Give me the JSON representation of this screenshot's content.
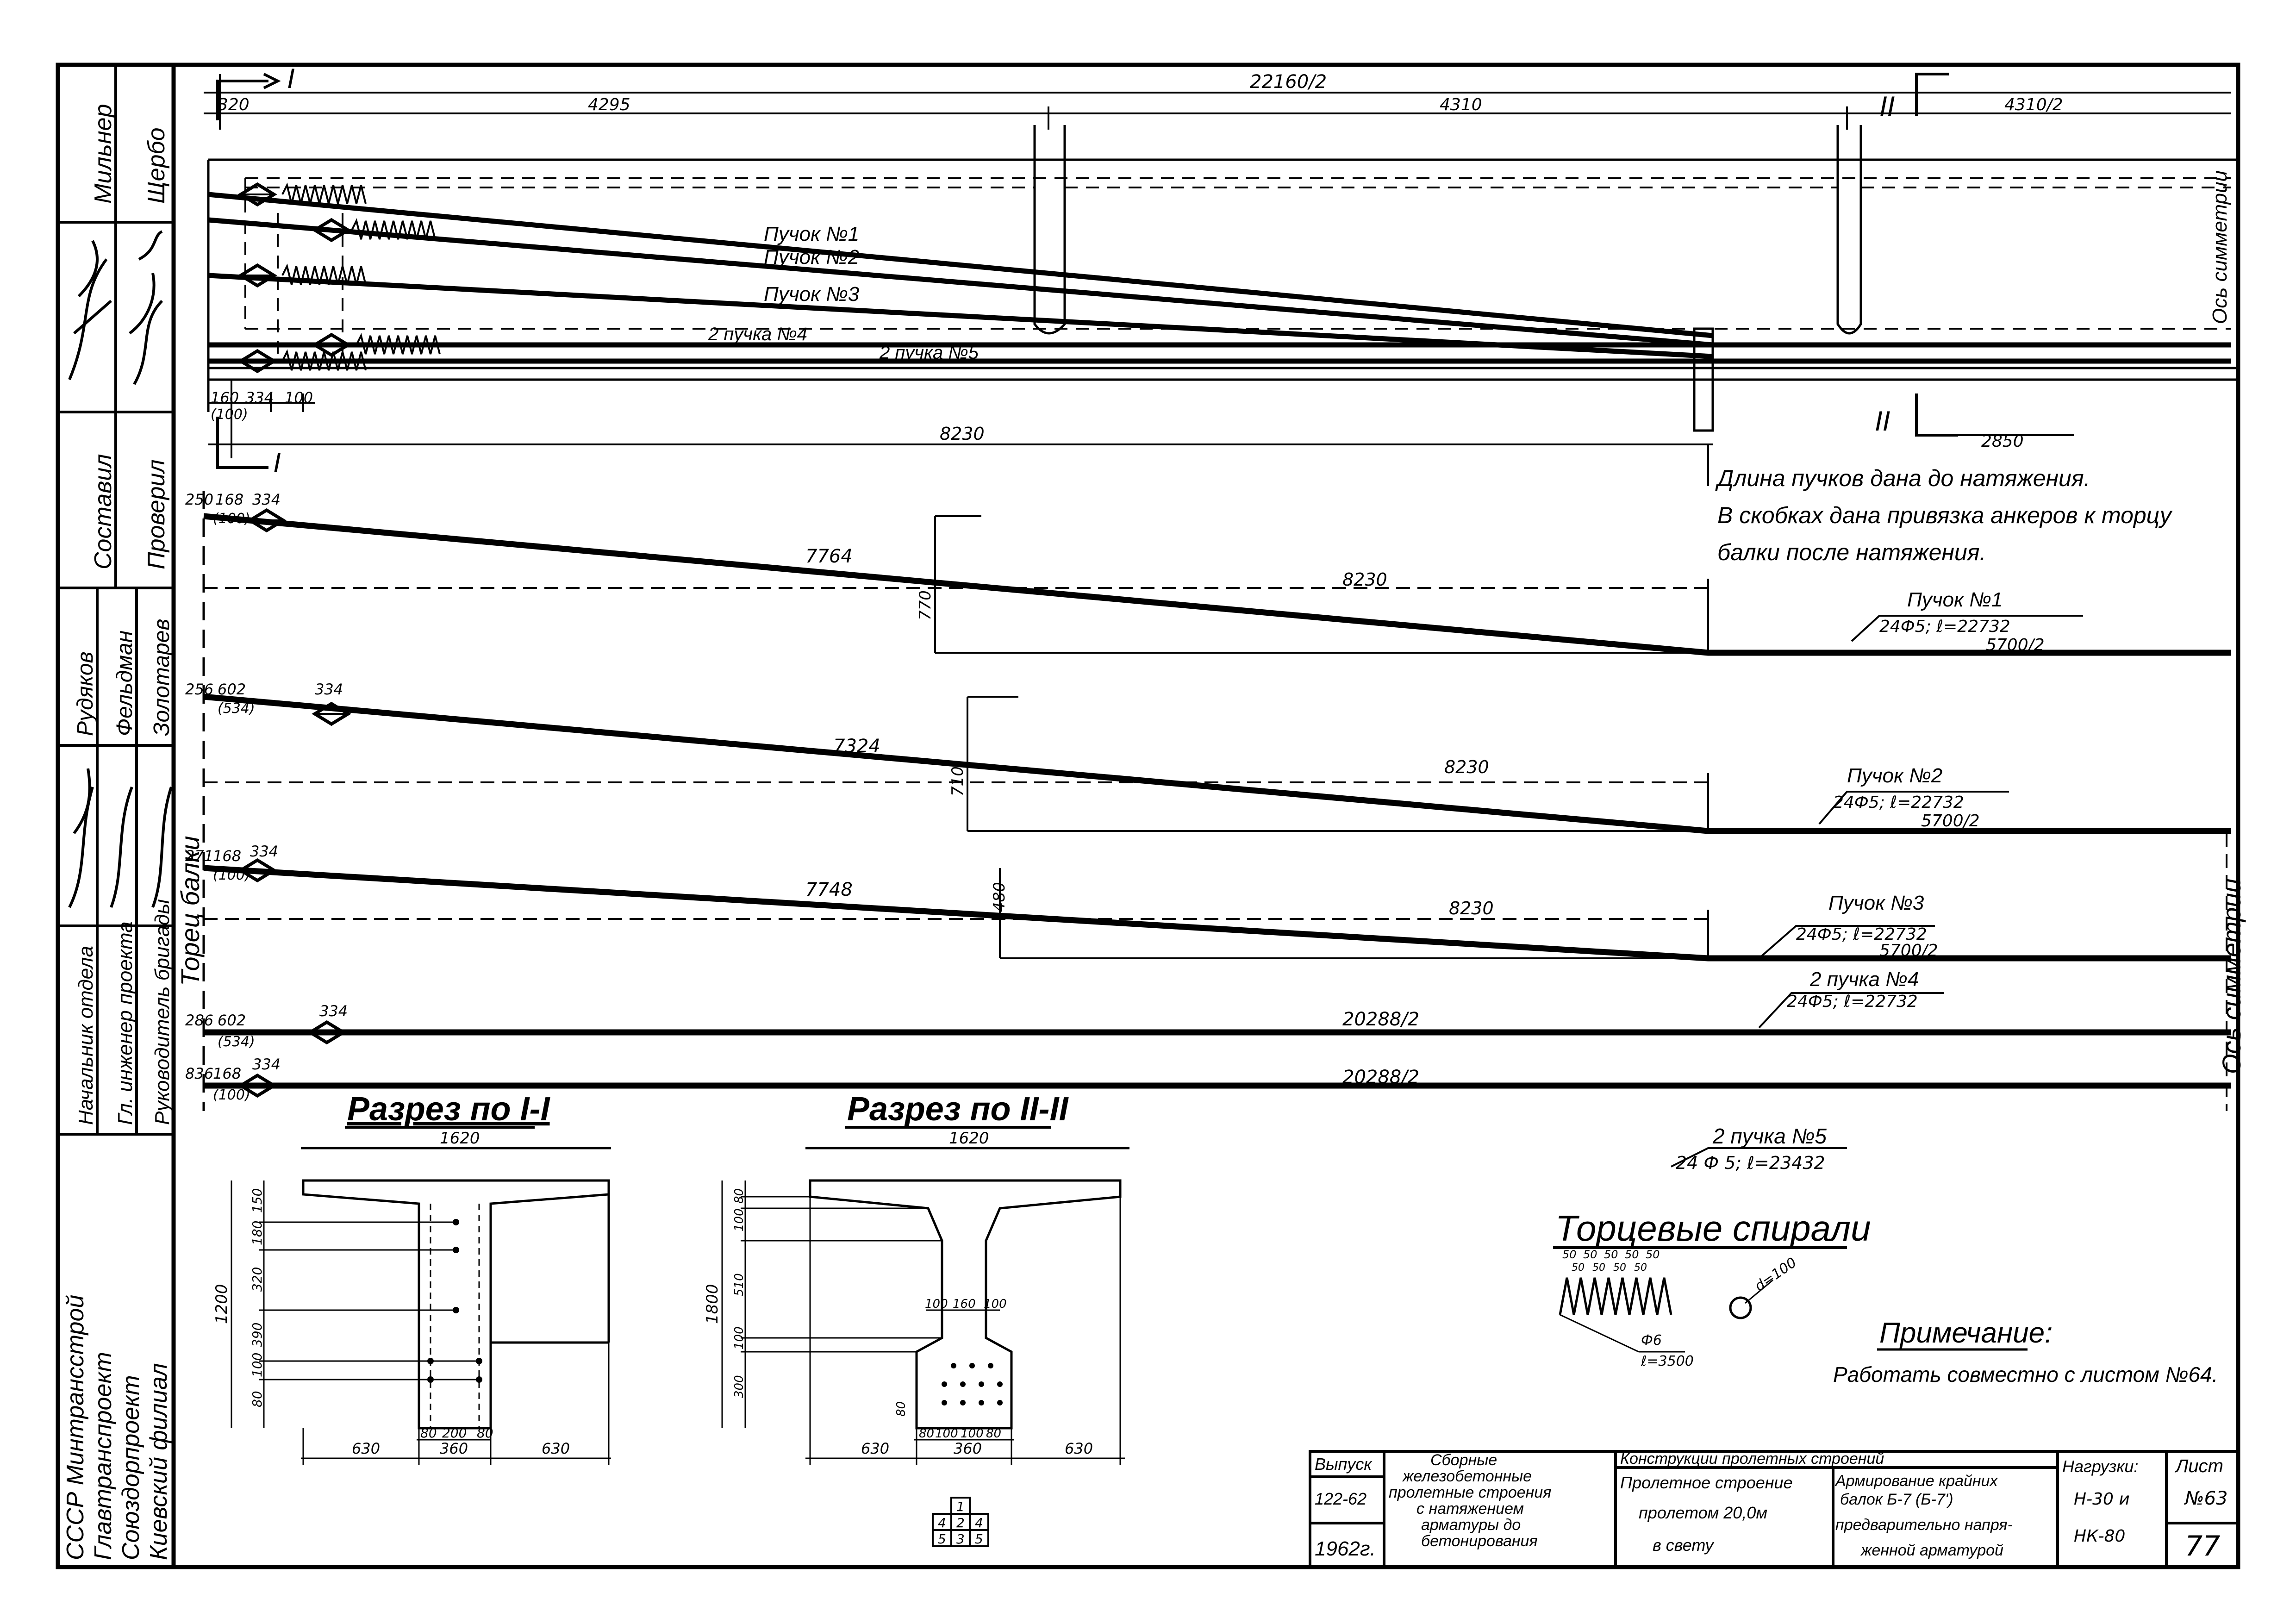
{
  "stamp_left": {
    "org": [
      "СССР Минтрансстрой",
      "Главтранспроект",
      "Союздорпроект",
      "Киевский филиал"
    ],
    "roles": [
      "Начальник отдела",
      "Гл. инженер проекта",
      "Руководитель бригады"
    ],
    "people": [
      "Рудяков",
      "Фельдман",
      "Золотарев"
    ],
    "cols": [
      "Составил",
      "Проверил"
    ],
    "names_top": [
      "Мильнер",
      "Щербо"
    ]
  },
  "top_view": {
    "dim_total": "22160/2",
    "dims": [
      "320",
      "4295",
      "4310",
      "4310/2"
    ],
    "dims_bottom": [
      "160",
      "334",
      "100",
      "(100)"
    ],
    "length_8230": "8230",
    "length_2850": "2850",
    "section_I": "I",
    "section_II": "II",
    "axis": "Ось симметрии",
    "bundles": [
      "Пучок №1",
      "Пучок №2",
      "Пучок №3",
      "2 пучка №4",
      "2 пучка №5"
    ]
  },
  "note_top": [
    "Длина пучков дана до натяжения.",
    "В скобках дана привязка анкеров к торцу",
    "балки после натяжения."
  ],
  "side_label": "Торец балки",
  "axis_lower": "Ось симметрии",
  "profiles": [
    {
      "start": "250",
      "a": "168",
      "b": "(100)",
      "c": "334",
      "len": "7764",
      "h": "770",
      "seg": "8230",
      "name": "Пучок №1",
      "spec": "24Ф5; ℓ=22732",
      "half": "5700/2"
    },
    {
      "start": "256",
      "a": "602",
      "b": "(534)",
      "c": "334",
      "len": "7324",
      "h": "710",
      "seg": "8230",
      "name": "Пучок №2",
      "spec": "24Ф5; ℓ=22732",
      "half": "5700/2"
    },
    {
      "start": "271",
      "a": "168",
      "b": "(100)",
      "c": "334",
      "len": "7748",
      "h": "480",
      "seg": "8230",
      "name": "Пучок №3",
      "spec": "24Ф5; ℓ=22732",
      "half": "5700/2"
    },
    {
      "start": "286",
      "a": "602",
      "b": "(534)",
      "c": "334",
      "len": "20288/2",
      "name": "2 пучка №4",
      "spec": "24Ф5; ℓ=22732"
    },
    {
      "start": "836",
      "a": "168",
      "b": "(100)",
      "c": "334",
      "len": "20288/2",
      "name": "2 пучка №5",
      "spec": "24 Ф 5; ℓ=23432"
    }
  ],
  "section1": {
    "title": "Разрез по I-I",
    "width": "1620",
    "height": "1200",
    "vdims": [
      "150",
      "180",
      "320",
      "390",
      "100",
      "80"
    ],
    "hdims_low": [
      "80",
      "200",
      "80"
    ],
    "bottom": [
      "630",
      "360",
      "630"
    ]
  },
  "section2": {
    "title": "Разрез по II-II",
    "width": "1620",
    "height": "1800",
    "vdims": [
      "80",
      "100",
      "510",
      "100",
      "300",
      "80"
    ],
    "web": [
      "100",
      "160",
      "100"
    ],
    "hdims_low": [
      "80",
      "100",
      "100",
      "80"
    ],
    "bottom": [
      "630",
      "360",
      "630"
    ],
    "bundle_nums": [
      "1",
      "4",
      "2",
      "4",
      "5",
      "3",
      "5"
    ]
  },
  "spirals": {
    "title": "Торцевые спирали",
    "pitch": [
      "50",
      "50",
      "50",
      "50",
      "50"
    ],
    "pitch2": [
      "50",
      "50",
      "50",
      "50"
    ],
    "dia": "d=100",
    "wire": "Ф6",
    "len": "ℓ=3500"
  },
  "note": {
    "title": "Примечание:",
    "text": "Работать совместно с листом №64."
  },
  "title_block": {
    "vypusk_label": "Выпуск",
    "vypusk": "122-62",
    "year": "1962г.",
    "desc": [
      "Сборные",
      "железобетонные",
      "пролетные строения",
      "с натяжением",
      "арматуры до",
      "бетонирования"
    ],
    "header": "Конструкции пролетных строений",
    "span": [
      "Пролетное строение",
      "пролетом 20,0м",
      "в свету"
    ],
    "content": [
      "Армирование крайних",
      "балок Б-7 (Б-7')",
      "предварительно напря-",
      "женной арматурой"
    ],
    "load_label": "Нагрузки:",
    "loads": [
      "Н-30 и",
      "НК-80"
    ],
    "sheet_label": "Лист",
    "sheet": "№63",
    "page": "77"
  }
}
